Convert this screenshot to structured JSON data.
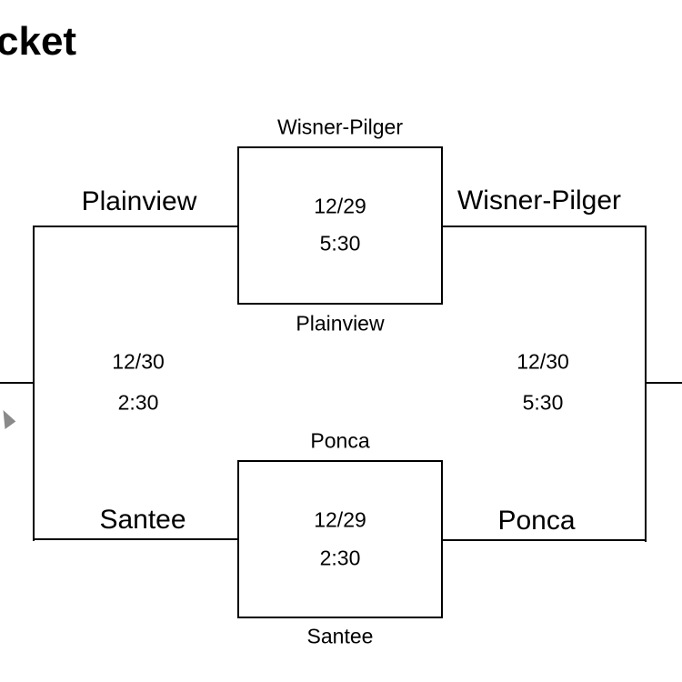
{
  "title": {
    "text": "cket"
  },
  "colors": {
    "background": "#ffffff",
    "line": "#000000",
    "text": "#000000",
    "cursor": "#8a8a8a"
  },
  "bracket": {
    "semifinal_1": {
      "participant_top": "Wisner-Pilger",
      "date": "12/29",
      "time": "5:30",
      "participant_bottom": "Plainview"
    },
    "semifinal_2": {
      "participant_top": "Ponca",
      "date": "12/29",
      "time": "2:30",
      "participant_bottom": "Santee"
    },
    "consolation": {
      "participant_top": "Plainview",
      "participant_bottom": "Santee",
      "date": "12/30",
      "time": "2:30"
    },
    "championship": {
      "participant_top": "Wisner-Pilger",
      "participant_bottom": "Ponca",
      "date": "12/30",
      "time": "5:30"
    }
  }
}
